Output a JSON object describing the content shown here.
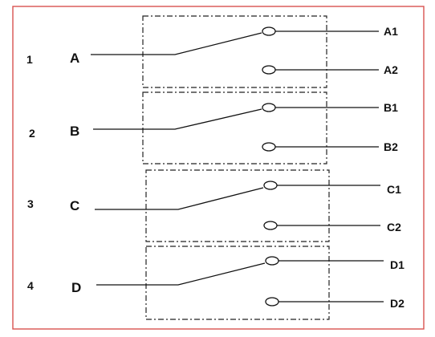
{
  "colors": {
    "frame": "#d9534f",
    "ink": "#111111"
  },
  "rows": [
    {
      "number": "1",
      "switch": "A",
      "terminals": [
        "A1",
        "A2"
      ]
    },
    {
      "number": "2",
      "switch": "B",
      "terminals": [
        "B1",
        "B2"
      ]
    },
    {
      "number": "3",
      "switch": "C",
      "terminals": [
        "C1",
        "C2"
      ]
    },
    {
      "number": "4",
      "switch": "D",
      "terminals": [
        "D1",
        "D2"
      ]
    }
  ]
}
